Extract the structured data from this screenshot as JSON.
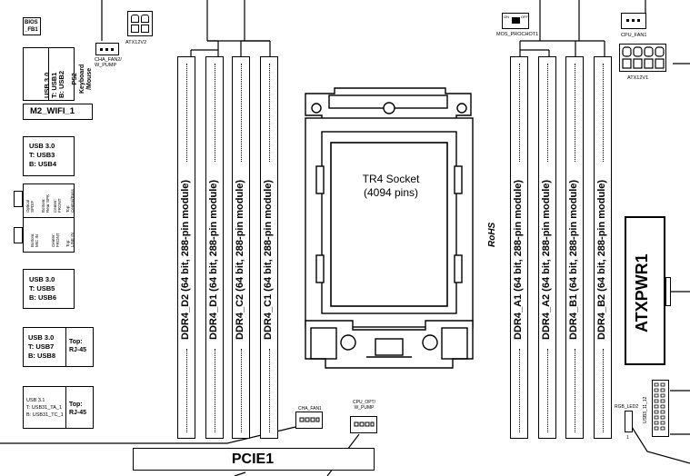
{
  "headers": {
    "bios": "BIOS\n_FB1",
    "atx12v2": "ATX12V2",
    "cha_fan2": "CHA_FAN2/\nW_PUMP",
    "mos_prochot": "MOS_PROCHOT1",
    "mos_on": "ON",
    "mos_off": "OFF",
    "cpu_fan1": "CPU_FAN1",
    "atx12v1": "ATX12V1",
    "cha_fan1": "CHA_FAN1",
    "cpu_opt": "CPU_OPT/\nW_PUMP",
    "rgb_led2": "RGB_LED2",
    "usb3_11_12": "USB3_11_12",
    "pin1": "1"
  },
  "rear_io": {
    "usb_ps2_left": "USB 3.0\nT: USB1\nB: USB2",
    "usb_ps2_right": "PS2\nKeyboard\n/Mouse",
    "m2_wifi": "M2_WIFI_1",
    "usb_block2": "USB 3.0\nT: USB3\nB: USB4",
    "audio_a1": "Optical\nSPDIF",
    "audio_a2": "Bottom:\nRear SPK",
    "audio_a3": "Center:\nFRONT",
    "audio_a4": "Top:\nCentral/Bass",
    "audio_b1": "Bottom:\nMIC IN",
    "audio_b2": "Center:\nFRONT",
    "audio_b3": "Top:\nLINE IN",
    "usb_block3": "USB 3.0\nT: USB5\nB: USB6",
    "usb_block4": "USB 3.0\nT: USB7\nB: USB8",
    "rj45_a": "Top:\nRJ-45",
    "usb_block5": "USB 3.1\nT: USB31_TA_1\nB: USB31_TC_1",
    "rj45_b": "Top:\nRJ-45"
  },
  "dimm_slots_left": [
    "DDR4_D2 (64 bit, 288-pin module)",
    "DDR4_D1 (64 bit, 288-pin module)",
    "DDR4_C2 (64 bit, 288-pin module)",
    "DDR4_C1 (64 bit, 288-pin module)"
  ],
  "dimm_slots_right": [
    "DDR4_A1 (64 bit, 288-pin module)",
    "DDR4_A2 (64 bit, 288-pin module)",
    "DDR4_B1 (64 bit, 288-pin module)",
    "DDR4_B2 (64 bit, 288-pin module)"
  ],
  "socket": {
    "title": "TR4 Socket",
    "subtitle": "(4094 pins)"
  },
  "rohs": "RoHS",
  "atxpwr": "ATXPWR1",
  "pcie": "PCIE1"
}
